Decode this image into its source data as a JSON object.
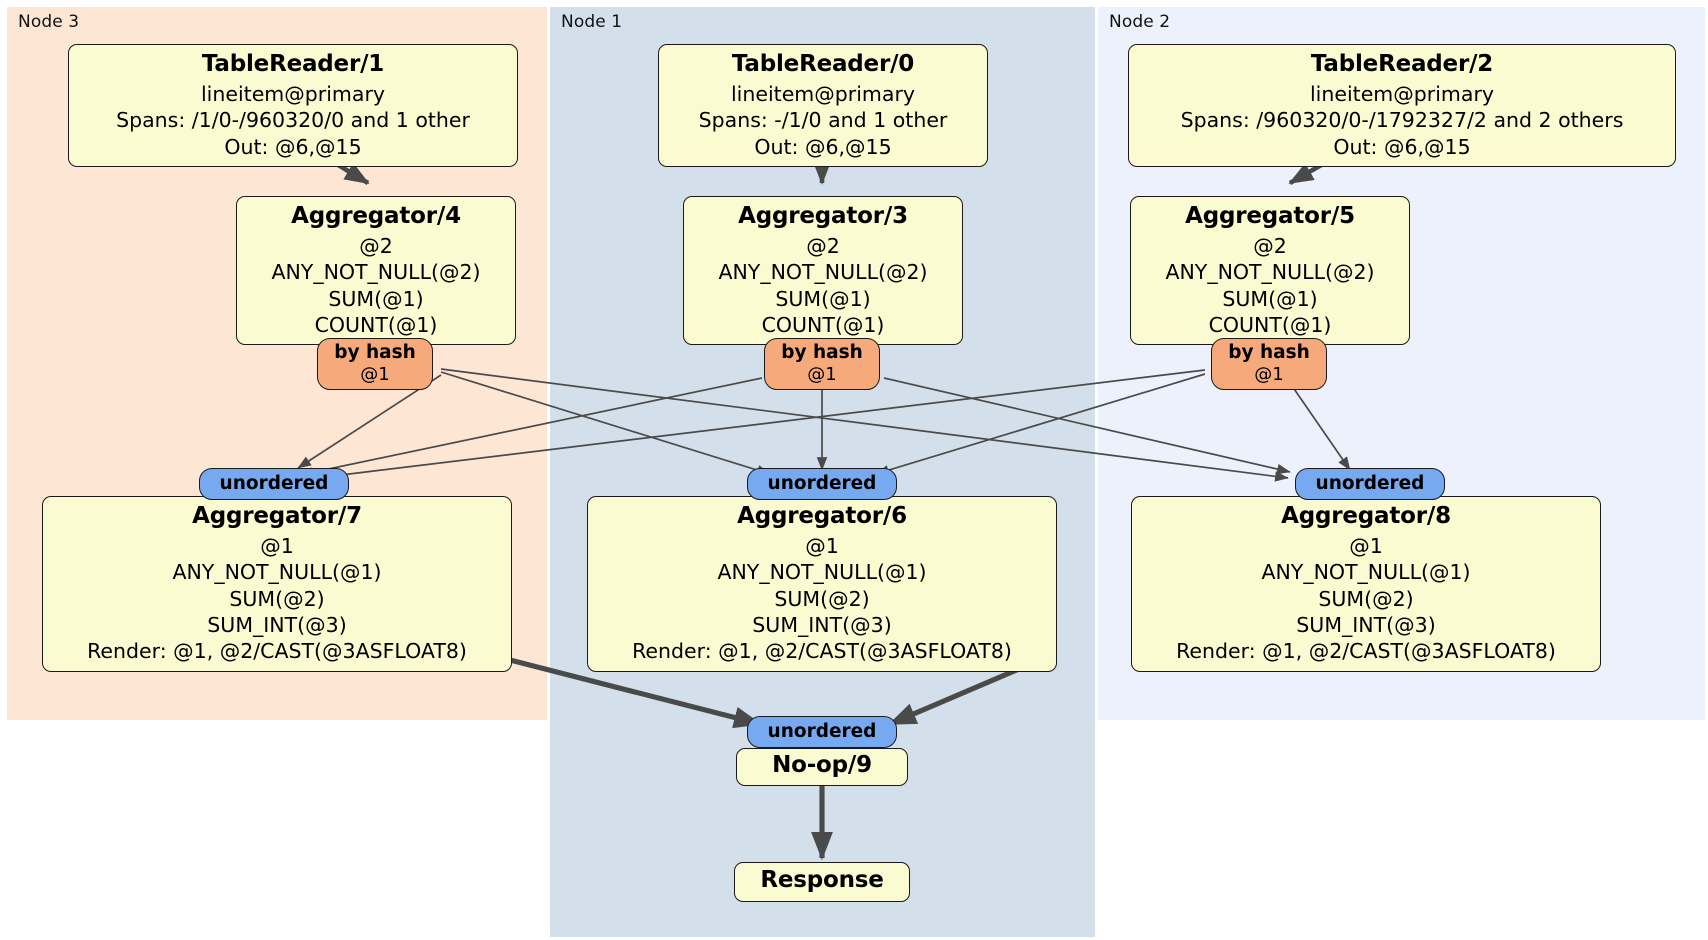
{
  "diagram": {
    "type": "distributed-query-plan",
    "colors": {
      "node3_panel": "#FEE6D5",
      "node1_panel": "#D3E0EB",
      "node2_panel": "#ECF1FB",
      "processor_box": "#FBFBD2",
      "hash_badge": "#F6A97A",
      "ordered_badge": "#77A9F0",
      "edge": "#4a4a4a"
    }
  },
  "panels": [
    {
      "id": "node3",
      "label": "Node 3"
    },
    {
      "id": "node1",
      "label": "Node 1"
    },
    {
      "id": "node2",
      "label": "Node 2"
    }
  ],
  "processors": {
    "table_reader_1": {
      "title": "TableReader/1",
      "line1": "lineitem@primary",
      "line2": "Spans: /1/0-/960320/0 and 1 other",
      "line3": "Out: @6,@15"
    },
    "table_reader_0": {
      "title": "TableReader/0",
      "line1": "lineitem@primary",
      "line2": "Spans: -/1/0 and 1 other",
      "line3": "Out: @6,@15"
    },
    "table_reader_2": {
      "title": "TableReader/2",
      "line1": "lineitem@primary",
      "line2": "Spans: /960320/0-/1792327/2 and 2 others",
      "line3": "Out: @6,@15"
    },
    "aggregator_4": {
      "title": "Aggregator/4",
      "line1": "@2",
      "line2": "ANY_NOT_NULL(@2)",
      "line3": "SUM(@1)",
      "line4": "COUNT(@1)"
    },
    "aggregator_3": {
      "title": "Aggregator/3",
      "line1": "@2",
      "line2": "ANY_NOT_NULL(@2)",
      "line3": "SUM(@1)",
      "line4": "COUNT(@1)"
    },
    "aggregator_5": {
      "title": "Aggregator/5",
      "line1": "@2",
      "line2": "ANY_NOT_NULL(@2)",
      "line3": "SUM(@1)",
      "line4": "COUNT(@1)"
    },
    "aggregator_7": {
      "title": "Aggregator/7",
      "line1": "@1",
      "line2": "ANY_NOT_NULL(@1)",
      "line3": "SUM(@2)",
      "line4": "SUM_INT(@3)",
      "line5": "Render: @1, @2/CAST(@3ASFLOAT8)"
    },
    "aggregator_6": {
      "title": "Aggregator/6",
      "line1": "@1",
      "line2": "ANY_NOT_NULL(@1)",
      "line3": "SUM(@2)",
      "line4": "SUM_INT(@3)",
      "line5": "Render: @1, @2/CAST(@3ASFLOAT8)"
    },
    "aggregator_8": {
      "title": "Aggregator/8",
      "line1": "@1",
      "line2": "ANY_NOT_NULL(@1)",
      "line3": "SUM(@2)",
      "line4": "SUM_INT(@3)",
      "line5": "Render: @1, @2/CAST(@3ASFLOAT8)"
    },
    "noop_9": {
      "title": "No-op/9"
    },
    "response": {
      "title": "Response"
    }
  },
  "badges": {
    "hash_left": {
      "label": "by hash",
      "column": "@1"
    },
    "hash_center": {
      "label": "by hash",
      "column": "@1"
    },
    "hash_right": {
      "label": "by hash",
      "column": "@1"
    },
    "unordered_left": {
      "label": "unordered"
    },
    "unordered_center": {
      "label": "unordered"
    },
    "unordered_right": {
      "label": "unordered"
    },
    "unordered_final": {
      "label": "unordered"
    }
  }
}
